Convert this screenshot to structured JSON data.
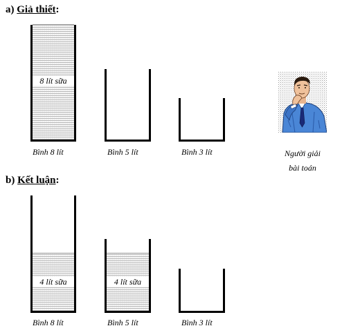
{
  "part_a": {
    "prefix": "a) ",
    "title": "Giả thiết",
    "suffix": ":",
    "milk_label": "8 lít sữa",
    "captions": [
      "Bình 8 lít",
      "Bình 5 lít",
      "Bình 3 lít"
    ],
    "person_caption": [
      "Người giải",
      "bài toán"
    ]
  },
  "part_b": {
    "prefix": "b) ",
    "title": "Kết luận",
    "suffix": ":",
    "milk_label_1": "4 lít sữa",
    "milk_label_2": "4 lít sữa",
    "captions": [
      "Bình 8 lít",
      "Bình 5 lít",
      "Bình 3 lít"
    ]
  },
  "fill_levels": {
    "initial": {
      "jug_8": 8,
      "jug_5": 0,
      "jug_3": 0
    },
    "final": {
      "jug_8": 4,
      "jug_5": 4,
      "jug_3": 0
    }
  },
  "colors": {
    "milk": "#f1f1f1",
    "outline": "#000000",
    "shirt": "#4a86d6"
  },
  "icons": {
    "person": "thinking-man-icon"
  }
}
